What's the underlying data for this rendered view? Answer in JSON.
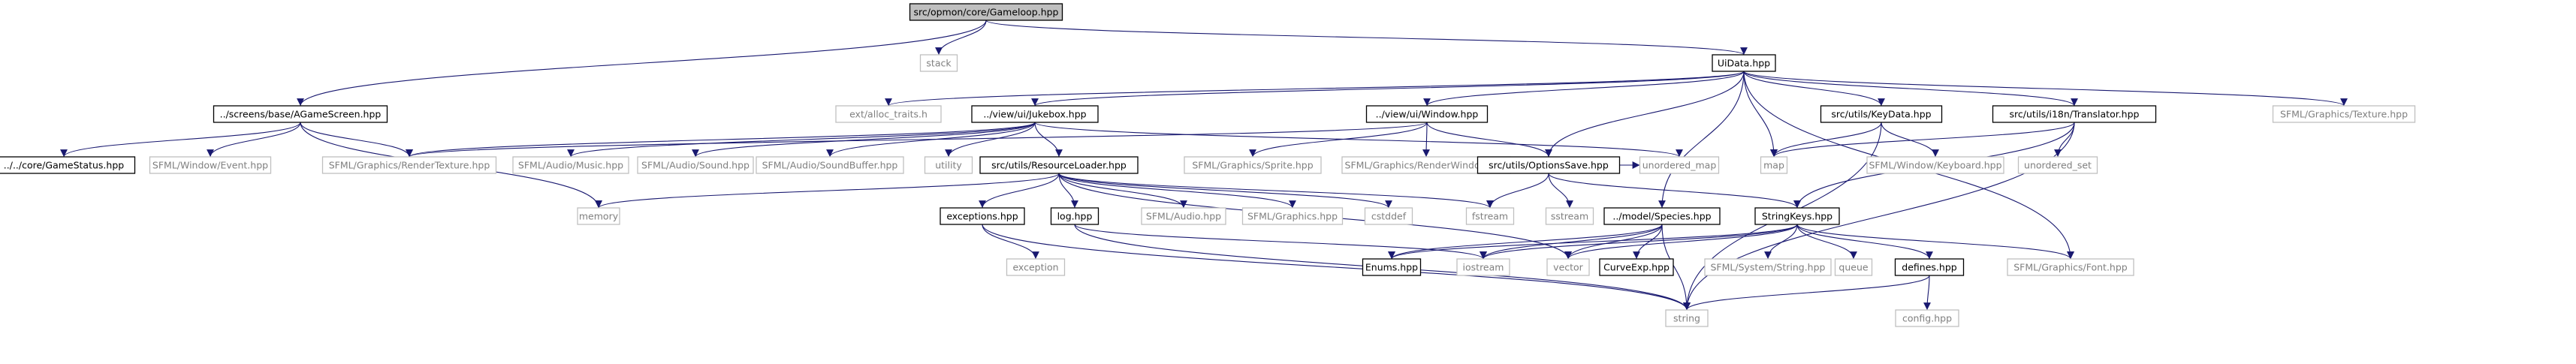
{
  "graph": {
    "nodes": [
      {
        "id": "gameloop",
        "label": "src/opmon/core/Gameloop.hpp",
        "style": "root"
      },
      {
        "id": "stack",
        "label": "stack",
        "style": "external"
      },
      {
        "id": "uidata",
        "label": "UiData.hpp",
        "style": "internal"
      },
      {
        "id": "agamescreen",
        "label": "../screens/base/AGameScreen.hpp",
        "style": "internal"
      },
      {
        "id": "alloc",
        "label": "ext/alloc_traits.h",
        "style": "external"
      },
      {
        "id": "jukebox",
        "label": "../view/ui/Jukebox.hpp",
        "style": "internal"
      },
      {
        "id": "window",
        "label": "../view/ui/Window.hpp",
        "style": "internal"
      },
      {
        "id": "keydata",
        "label": "src/utils/KeyData.hpp",
        "style": "internal"
      },
      {
        "id": "translator",
        "label": "src/utils/i18n/Translator.hpp",
        "style": "internal"
      },
      {
        "id": "texture",
        "label": "SFML/Graphics/Texture.hpp",
        "style": "external"
      },
      {
        "id": "gamestatus",
        "label": "../../core/GameStatus.hpp",
        "style": "internal"
      },
      {
        "id": "event",
        "label": "SFML/Window/Event.hpp",
        "style": "external"
      },
      {
        "id": "rendertexture",
        "label": "SFML/Graphics/RenderTexture.hpp",
        "style": "external"
      },
      {
        "id": "music",
        "label": "SFML/Audio/Music.hpp",
        "style": "external"
      },
      {
        "id": "sound",
        "label": "SFML/Audio/Sound.hpp",
        "style": "external"
      },
      {
        "id": "soundbuffer",
        "label": "SFML/Audio/SoundBuffer.hpp",
        "style": "external"
      },
      {
        "id": "utility",
        "label": "utility",
        "style": "external"
      },
      {
        "id": "resourceloader",
        "label": "src/utils/ResourceLoader.hpp",
        "style": "internal"
      },
      {
        "id": "sprite",
        "label": "SFML/Graphics/Sprite.hpp",
        "style": "external"
      },
      {
        "id": "renderwindow",
        "label": "SFML/Graphics/RenderWindow.hpp",
        "style": "external"
      },
      {
        "id": "optionssave",
        "label": "src/utils/OptionsSave.hpp",
        "style": "internal"
      },
      {
        "id": "unordered_map",
        "label": "unordered_map",
        "style": "external"
      },
      {
        "id": "map",
        "label": "map",
        "style": "external"
      },
      {
        "id": "keyboard",
        "label": "SFML/Window/Keyboard.hpp",
        "style": "external"
      },
      {
        "id": "unordered_set",
        "label": "unordered_set",
        "style": "external"
      },
      {
        "id": "memory",
        "label": "memory",
        "style": "external"
      },
      {
        "id": "exceptions",
        "label": "exceptions.hpp",
        "style": "internal"
      },
      {
        "id": "log",
        "label": "log.hpp",
        "style": "internal"
      },
      {
        "id": "audio",
        "label": "SFML/Audio.hpp",
        "style": "external"
      },
      {
        "id": "graphics",
        "label": "SFML/Graphics.hpp",
        "style": "external"
      },
      {
        "id": "cstddef",
        "label": "cstddef",
        "style": "external"
      },
      {
        "id": "fstream",
        "label": "fstream",
        "style": "external"
      },
      {
        "id": "sstream",
        "label": "sstream",
        "style": "external"
      },
      {
        "id": "species",
        "label": "../model/Species.hpp",
        "style": "internal"
      },
      {
        "id": "stringkeys",
        "label": "StringKeys.hpp",
        "style": "internal"
      },
      {
        "id": "exception",
        "label": "exception",
        "style": "external"
      },
      {
        "id": "enums",
        "label": "Enums.hpp",
        "style": "internal"
      },
      {
        "id": "iostream",
        "label": "iostream",
        "style": "external"
      },
      {
        "id": "vector",
        "label": "vector",
        "style": "external"
      },
      {
        "id": "curveexp",
        "label": "CurveExp.hpp",
        "style": "internal"
      },
      {
        "id": "sfstring",
        "label": "SFML/System/String.hpp",
        "style": "external"
      },
      {
        "id": "queue",
        "label": "queue",
        "style": "external"
      },
      {
        "id": "defines",
        "label": "defines.hpp",
        "style": "internal"
      },
      {
        "id": "font",
        "label": "SFML/Graphics/Font.hpp",
        "style": "external"
      },
      {
        "id": "string",
        "label": "string",
        "style": "external"
      },
      {
        "id": "config",
        "label": "config.hpp",
        "style": "external"
      }
    ],
    "edges": [
      [
        "gameloop",
        "stack"
      ],
      [
        "gameloop",
        "uidata"
      ],
      [
        "gameloop",
        "agamescreen"
      ],
      [
        "uidata",
        "alloc"
      ],
      [
        "uidata",
        "jukebox"
      ],
      [
        "uidata",
        "window"
      ],
      [
        "uidata",
        "keydata"
      ],
      [
        "uidata",
        "translator"
      ],
      [
        "uidata",
        "texture"
      ],
      [
        "uidata",
        "optionssave"
      ],
      [
        "uidata",
        "map"
      ],
      [
        "uidata",
        "species"
      ],
      [
        "uidata",
        "font"
      ],
      [
        "agamescreen",
        "gamestatus"
      ],
      [
        "agamescreen",
        "event"
      ],
      [
        "agamescreen",
        "rendertexture"
      ],
      [
        "agamescreen",
        "memory"
      ],
      [
        "jukebox",
        "music"
      ],
      [
        "jukebox",
        "sound"
      ],
      [
        "jukebox",
        "soundbuffer"
      ],
      [
        "jukebox",
        "utility"
      ],
      [
        "jukebox",
        "resourceloader"
      ],
      [
        "jukebox",
        "unordered_map"
      ],
      [
        "jukebox",
        "rendertexture"
      ],
      [
        "window",
        "sprite"
      ],
      [
        "window",
        "renderwindow"
      ],
      [
        "window",
        "optionssave"
      ],
      [
        "window",
        "rendertexture"
      ],
      [
        "keydata",
        "map"
      ],
      [
        "keydata",
        "keyboard"
      ],
      [
        "keydata",
        "string"
      ],
      [
        "translator",
        "map"
      ],
      [
        "translator",
        "unordered_set"
      ],
      [
        "translator",
        "stringkeys"
      ],
      [
        "translator",
        "string"
      ],
      [
        "resourceloader",
        "memory"
      ],
      [
        "resourceloader",
        "exceptions"
      ],
      [
        "resourceloader",
        "log"
      ],
      [
        "resourceloader",
        "audio"
      ],
      [
        "resourceloader",
        "graphics"
      ],
      [
        "resourceloader",
        "cstddef"
      ],
      [
        "resourceloader",
        "fstream"
      ],
      [
        "resourceloader",
        "vector"
      ],
      [
        "optionssave",
        "fstream"
      ],
      [
        "optionssave",
        "sstream"
      ],
      [
        "optionssave",
        "stringkeys"
      ],
      [
        "optionssave",
        "unordered_map"
      ],
      [
        "exceptions",
        "exception"
      ],
      [
        "exceptions",
        "string"
      ],
      [
        "log",
        "iostream"
      ],
      [
        "log",
        "string"
      ],
      [
        "species",
        "enums"
      ],
      [
        "species",
        "iostream"
      ],
      [
        "species",
        "vector"
      ],
      [
        "species",
        "curveexp"
      ],
      [
        "species",
        "string"
      ],
      [
        "stringkeys",
        "enums"
      ],
      [
        "stringkeys",
        "iostream"
      ],
      [
        "stringkeys",
        "vector"
      ],
      [
        "stringkeys",
        "sfstring"
      ],
      [
        "stringkeys",
        "queue"
      ],
      [
        "stringkeys",
        "defines"
      ],
      [
        "stringkeys",
        "font"
      ],
      [
        "defines",
        "string"
      ],
      [
        "defines",
        "config"
      ]
    ]
  },
  "colors": {
    "edge": "#191970",
    "root_fill": "#bfbfbf",
    "box_fill": "#ffffff",
    "internal_border": "#000000",
    "external_border": "#bfbfbf",
    "internal_text": "#000000",
    "external_text": "#7f7f7f"
  }
}
